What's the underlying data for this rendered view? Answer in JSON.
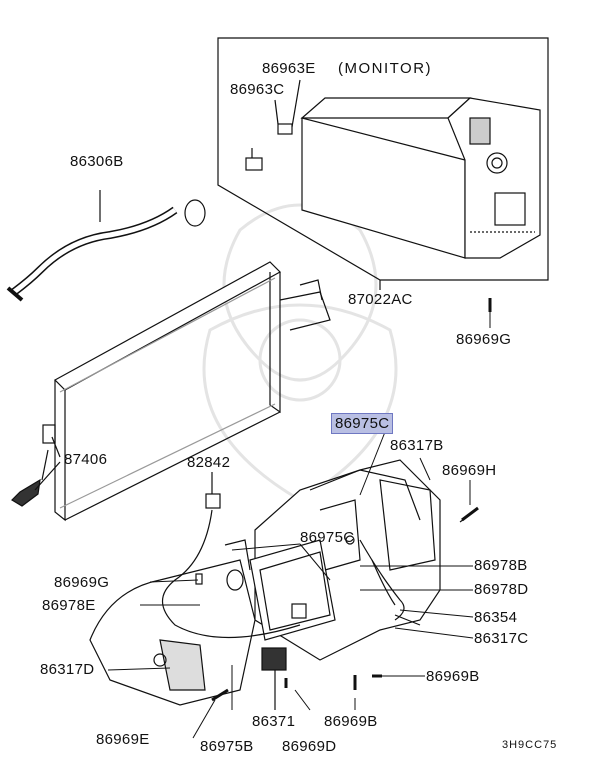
{
  "diagram": {
    "code": "3H9CC75",
    "monitor_note": "(MONITOR)",
    "highlighted_part": "86975C",
    "highlight_color": "#b9bfe3",
    "parts": {
      "p86963E": "86963E",
      "p86963C": "86963C",
      "p86306B": "86306B",
      "p87022AC": "87022AC",
      "p86969G_top": "86969G",
      "p86975C_hl": "86975C",
      "p87406": "87406",
      "p82842": "82842",
      "p86317B": "86317B",
      "p86969H": "86969H",
      "p86975C": "86975C",
      "p86978B": "86978B",
      "p86969G": "86969G",
      "p86978D": "86978D",
      "p86978E": "86978E",
      "p86354": "86354",
      "p86317C": "86317C",
      "p86317D": "86317D",
      "p86969B_right": "86969B",
      "p86371": "86371",
      "p86969B": "86969B",
      "p86969E": "86969E",
      "p86975B": "86975B",
      "p86969D": "86969D"
    }
  }
}
